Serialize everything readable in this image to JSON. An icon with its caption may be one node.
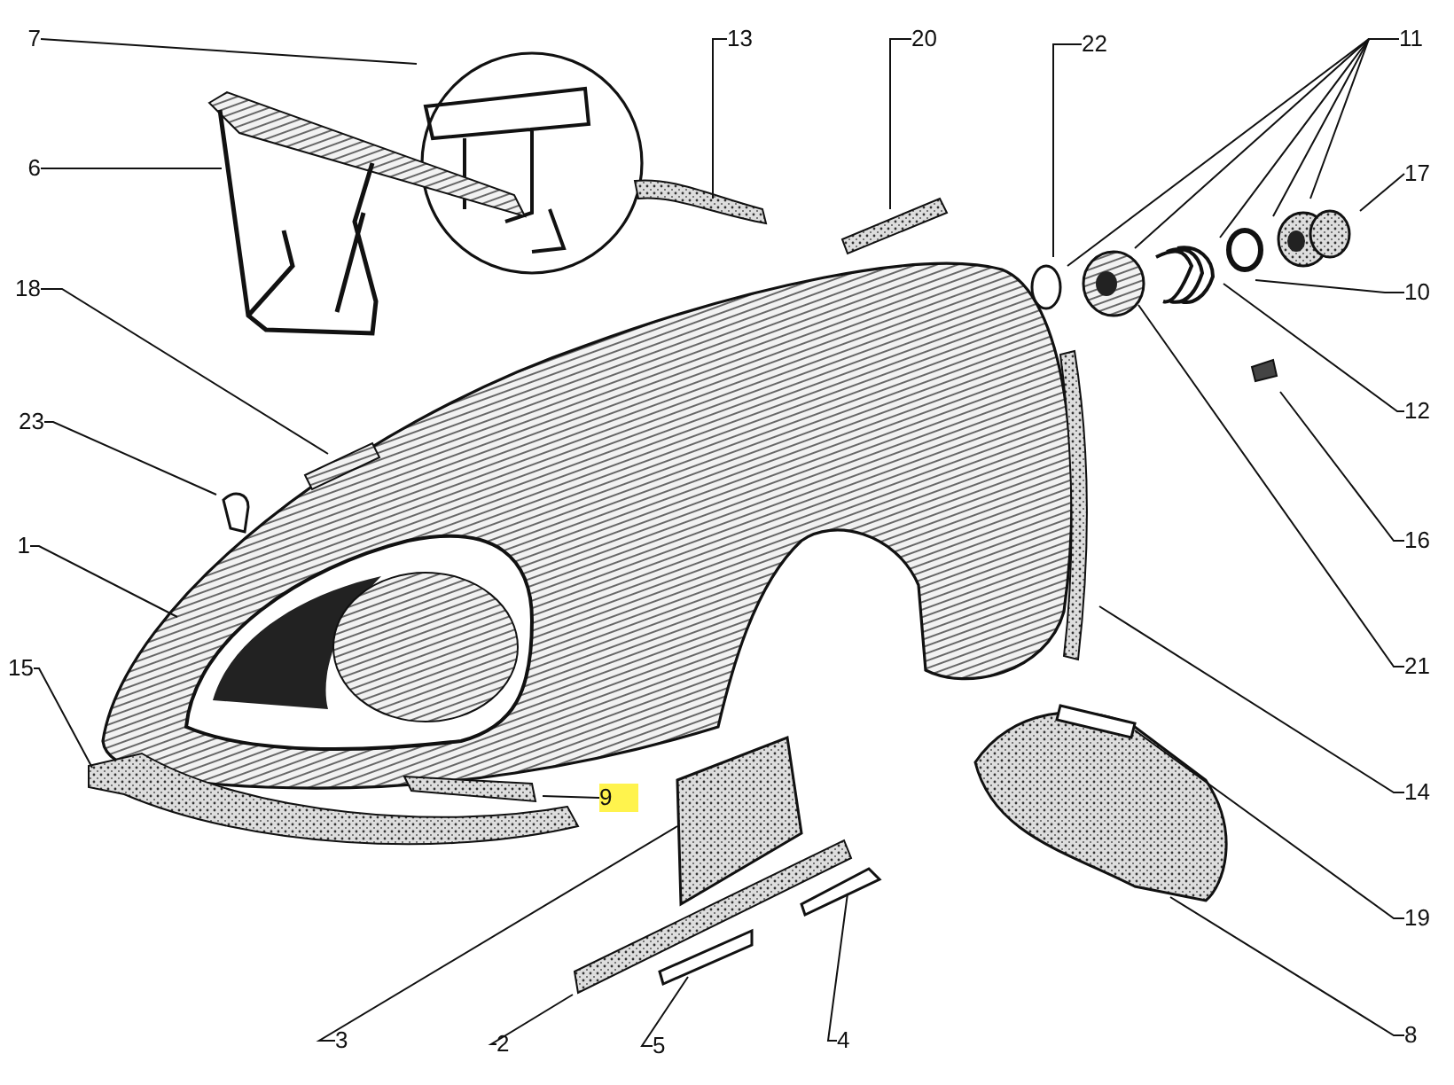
{
  "diagram": {
    "nodes": [
      {
        "text": [
          "7"
        ]
      },
      {
        "text": [
          "13"
        ]
      },
      {
        "text": [
          "20"
        ]
      },
      {
        "text": [
          "22"
        ]
      },
      {
        "text": [
          "11"
        ]
      },
      {
        "text": [
          "6"
        ]
      },
      {
        "text": [
          "17"
        ]
      },
      {
        "text": [
          "18"
        ]
      },
      {
        "text": [
          "10"
        ]
      },
      {
        "text": [
          "23"
        ]
      },
      {
        "text": [
          "12"
        ]
      },
      {
        "text": [
          "1"
        ]
      },
      {
        "text": [
          "16"
        ]
      },
      {
        "text": [
          "15"
        ]
      },
      {
        "text": [
          "21"
        ]
      },
      {
        "text": [
          "9"
        ]
      },
      {
        "text": [
          "14"
        ]
      },
      {
        "text": [
          "19"
        ]
      },
      {
        "text": [
          "3"
        ]
      },
      {
        "text": [
          "2"
        ]
      },
      {
        "text": [
          "5"
        ]
      },
      {
        "text": [
          "4"
        ]
      },
      {
        "text": [
          "8"
        ]
      }
    ],
    "edges": [
      {
        "from": 0,
        "to": null,
        "arrow": "none"
      },
      {
        "from": 1,
        "to": null,
        "arrow": "none"
      },
      {
        "from": 2,
        "to": null,
        "arrow": "none"
      },
      {
        "from": 3,
        "to": null,
        "arrow": "none"
      },
      {
        "from": 4,
        "to": null,
        "arrow": "none"
      },
      {
        "from": 4,
        "to": null,
        "arrow": "none"
      },
      {
        "from": 4,
        "to": null,
        "arrow": "none"
      },
      {
        "from": 4,
        "to": null,
        "arrow": "none"
      },
      {
        "from": 4,
        "to": null,
        "arrow": "none"
      },
      {
        "from": 5,
        "to": null,
        "arrow": "none"
      },
      {
        "from": 6,
        "to": null,
        "arrow": "none"
      },
      {
        "from": 7,
        "to": null,
        "arrow": "none"
      },
      {
        "from": 8,
        "to": null,
        "arrow": "none"
      },
      {
        "from": 9,
        "to": null,
        "arrow": "none"
      },
      {
        "from": 10,
        "to": null,
        "arrow": "none"
      },
      {
        "from": 11,
        "to": null,
        "arrow": "none"
      },
      {
        "from": 12,
        "to": null,
        "arrow": "none"
      },
      {
        "from": 13,
        "to": null,
        "arrow": "none"
      },
      {
        "from": 14,
        "to": null,
        "arrow": "none"
      },
      {
        "from": 15,
        "to": null,
        "arrow": "none"
      },
      {
        "from": 16,
        "to": null,
        "arrow": "none"
      },
      {
        "from": 17,
        "to": null,
        "arrow": "none"
      },
      {
        "from": 18,
        "to": null,
        "arrow": "none"
      },
      {
        "from": 19,
        "to": null,
        "arrow": "none"
      },
      {
        "from": 20,
        "to": null,
        "arrow": "none"
      },
      {
        "from": 21,
        "to": null,
        "arrow": "none"
      },
      {
        "from": 22,
        "to": null,
        "arrow": "none"
      }
    ]
  }
}
